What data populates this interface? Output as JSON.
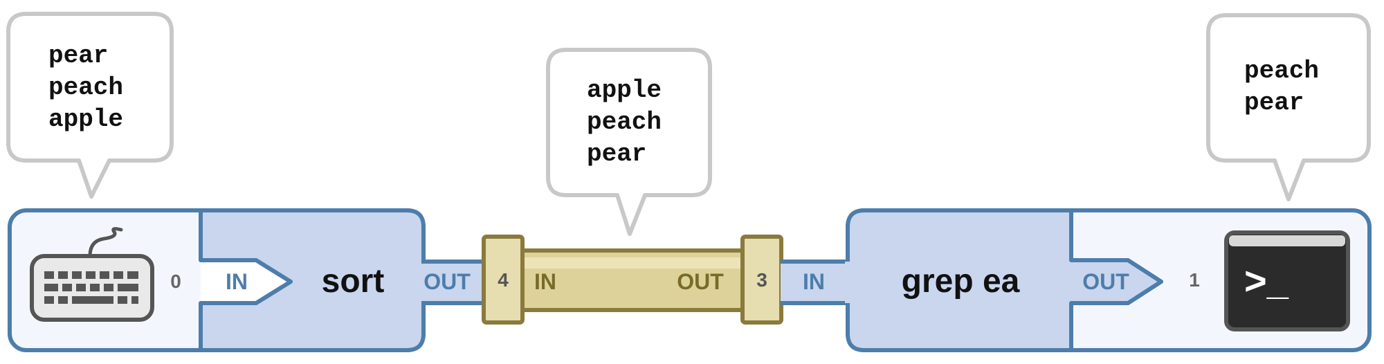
{
  "colors": {
    "process_border": "#4d7dab",
    "process_fill": "#c9d6ee",
    "panel_fill": "#f3f7fd",
    "pipe_border": "#8a7a3c",
    "pipe_fill": "#ddd39a",
    "bubble_border": "#c8c8c8",
    "label_blue": "#4d7dab",
    "label_gold": "#7a6a2a",
    "terminal": "#2b2b2b"
  },
  "stdin_device": {
    "icon": "keyboard-icon",
    "fd": "0"
  },
  "sort_process": {
    "command": "sort",
    "in_label": "IN",
    "out_label": "OUT"
  },
  "pipe": {
    "left_fd": "4",
    "right_fd": "3",
    "in_label": "IN",
    "out_label": "OUT"
  },
  "grep_process": {
    "command": "grep ea",
    "in_label": "IN",
    "out_label": "OUT"
  },
  "stdout_device": {
    "icon": "terminal-icon",
    "fd": "1",
    "prompt": ">_"
  },
  "bubbles": {
    "input": [
      "pear",
      "peach",
      "apple"
    ],
    "pipe": [
      "apple",
      "peach",
      "pear"
    ],
    "output": [
      "peach",
      "pear"
    ]
  }
}
